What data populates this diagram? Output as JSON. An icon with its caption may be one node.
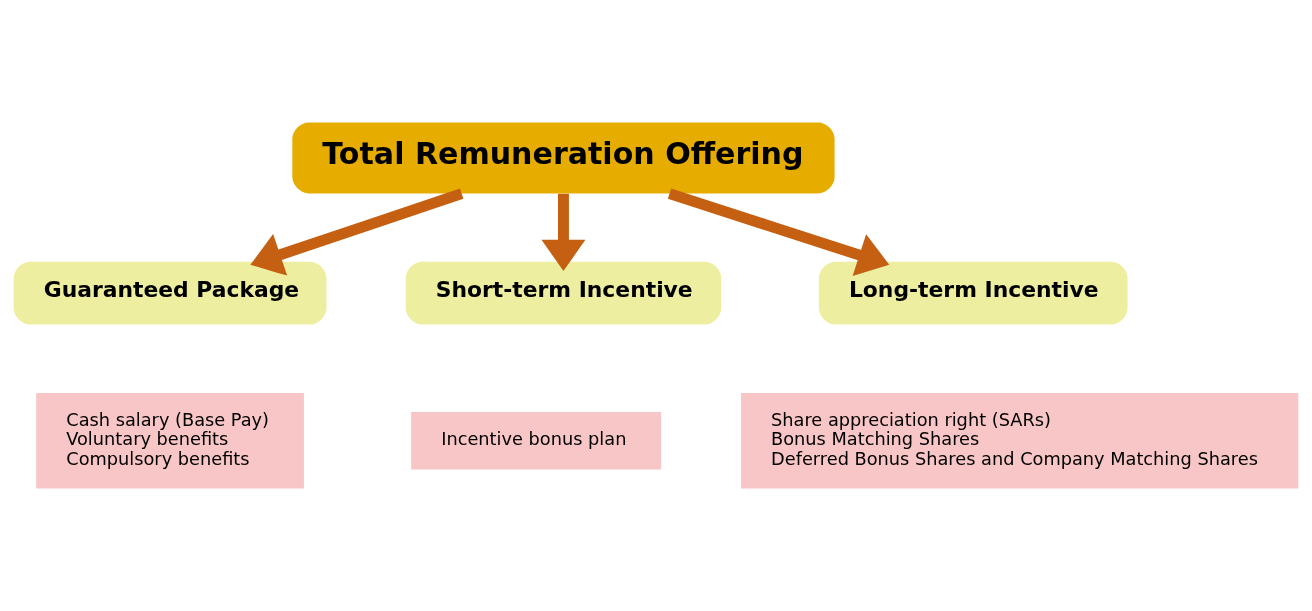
{
  "diagram": {
    "nodes": [
      {
        "text": [
          "Total Remuneration Offering"
        ]
      },
      {
        "text": [
          "Guaranteed Package"
        ]
      },
      {
        "text": [
          "Short-term Incentive"
        ]
      },
      {
        "text": [
          "Long-term Incentive"
        ]
      },
      {
        "text": [
          "Cash salary (Base Pay)",
          "Voluntary benefits",
          "Compulsory benefits"
        ]
      },
      {
        "text": [
          "Incentive bonus plan"
        ]
      },
      {
        "text": [
          "Share appreciation right (SARs)",
          "Bonus Matching Shares",
          "Deferred Bonus Shares and Company Matching Shares"
        ]
      }
    ],
    "edges": [
      {
        "from": 0,
        "to": 1,
        "arrow": "to"
      },
      {
        "from": 0,
        "to": 2,
        "arrow": "to"
      },
      {
        "from": 0,
        "to": 3,
        "arrow": "to"
      }
    ]
  }
}
